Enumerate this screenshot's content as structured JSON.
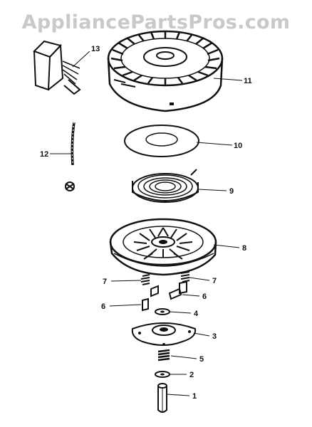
{
  "watermark": "AppliancePartsPros.com",
  "callouts": [
    {
      "id": "13",
      "text": "13"
    },
    {
      "id": "11",
      "text": "11"
    },
    {
      "id": "10",
      "text": "10"
    },
    {
      "id": "12",
      "text": "12"
    },
    {
      "id": "9",
      "text": "9"
    },
    {
      "id": "8",
      "text": "8"
    },
    {
      "id": "7a",
      "text": "7"
    },
    {
      "id": "7b",
      "text": "7"
    },
    {
      "id": "6a",
      "text": "6"
    },
    {
      "id": "6b",
      "text": "6"
    },
    {
      "id": "4",
      "text": "4"
    },
    {
      "id": "3",
      "text": "3"
    },
    {
      "id": "5",
      "text": "5"
    },
    {
      "id": "2",
      "text": "2"
    },
    {
      "id": "1",
      "text": "1"
    }
  ]
}
